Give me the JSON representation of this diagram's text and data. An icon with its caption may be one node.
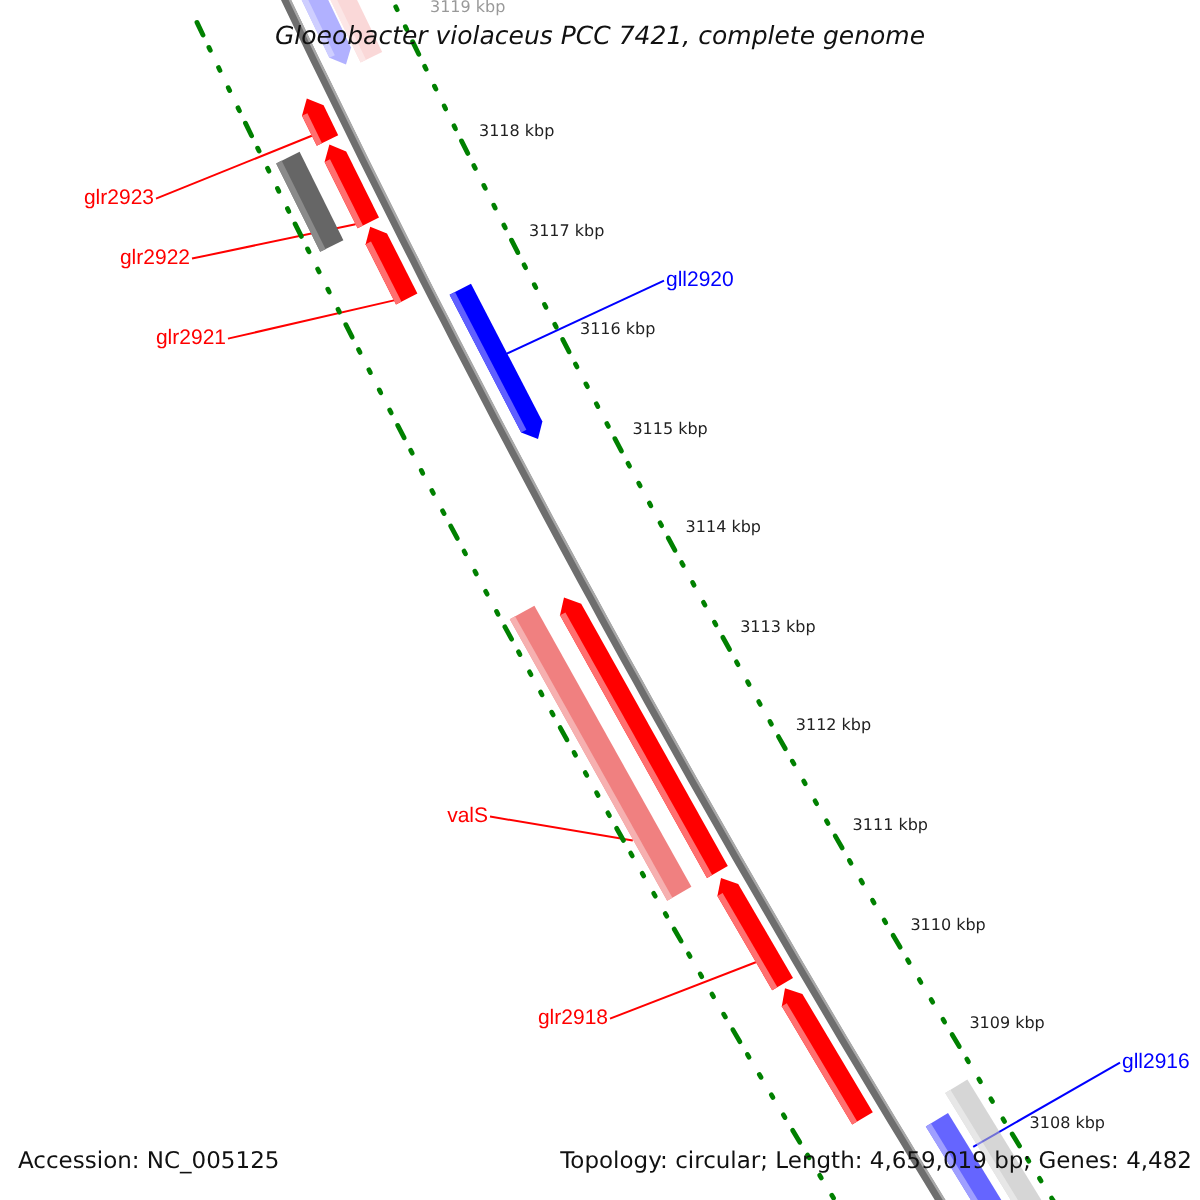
{
  "diagram": {
    "title": "Gloeobacter violaceus PCC 7421, complete genome",
    "nodes": [
      {
        "text": [],
        "shape": "arrow"
      },
      {
        "text": [],
        "shape": "bar"
      },
      {
        "text": [],
        "shape": "arrow"
      },
      {
        "text": [],
        "shape": "bar"
      },
      {
        "text": [],
        "shape": "arrow"
      },
      {
        "text": [],
        "shape": "arrow"
      },
      {
        "text": [],
        "shape": "arrow"
      },
      {
        "text": [],
        "shape": "arrow"
      },
      {
        "text": [],
        "shape": "bar"
      },
      {
        "text": [],
        "shape": "arrow"
      },
      {
        "text": [],
        "shape": "arrow"
      },
      {
        "text": [],
        "shape": "bar"
      },
      {
        "text": [],
        "shape": "arrow"
      },
      {
        "text": [
          "glr2923"
        ]
      },
      {
        "text": [
          "glr2922"
        ]
      },
      {
        "text": [
          "glr2921"
        ]
      },
      {
        "text": [
          "gll2920"
        ]
      },
      {
        "text": [
          "valS"
        ]
      },
      {
        "text": [
          "glr2918"
        ]
      },
      {
        "text": [
          "gll2916"
        ]
      }
    ],
    "edges": [
      {
        "from": 13,
        "to": 2,
        "arrow": "none"
      },
      {
        "from": 14,
        "to": 4,
        "arrow": "none"
      },
      {
        "from": 15,
        "to": 5,
        "arrow": "none"
      },
      {
        "from": 16,
        "to": 6,
        "arrow": "none",
        "color": "#0000ff"
      },
      {
        "from": 17,
        "to": 8,
        "arrow": "none"
      },
      {
        "from": 18,
        "to": 9,
        "arrow": "none"
      },
      {
        "from": 19,
        "to": 12,
        "arrow": "none",
        "color": "#0000ff"
      }
    ],
    "labels": [
      "3119 kbp",
      "3118 kbp",
      "3117 kbp",
      "3116 kbp",
      "3115 kbp",
      "3114 kbp",
      "3113 kbp",
      "3112 kbp",
      "3111 kbp",
      "3110 kbp",
      "3109 kbp",
      "3108 kbp",
      "Accession: NC_005125",
      "Topology: circular; Length: 4,659,019 bp; Genes: 4,482"
    ]
  }
}
